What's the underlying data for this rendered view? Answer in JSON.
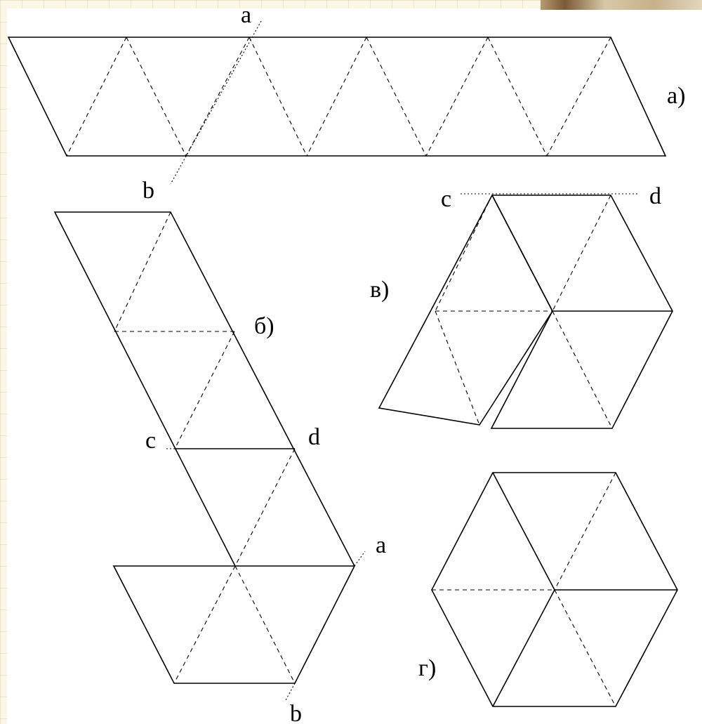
{
  "labels": {
    "fig_a": "а)",
    "fig_b": "б)",
    "fig_v": "в)",
    "fig_g": "г)",
    "a": "a",
    "b": "b",
    "c": "c",
    "d": "d"
  }
}
